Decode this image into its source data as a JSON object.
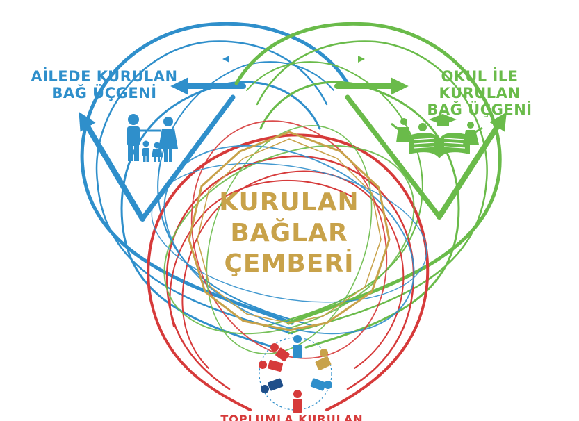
{
  "colors": {
    "family": "#2f8fcb",
    "school": "#6abb4a",
    "community": "#d63a3a",
    "center": "#c8a24a"
  },
  "family": {
    "title_line1": "AİLEDE KURULAN",
    "title_line2": "BAĞ ÜÇGENİ",
    "icon": "family-icon"
  },
  "school": {
    "title_line1": "OKUL İLE KURULAN",
    "title_line2": "BAĞ ÜÇGENİ",
    "icon": "school-book-icon"
  },
  "center": {
    "title_line1": "KURULAN",
    "title_line2": "BAĞLAR",
    "title_line3": "ÇEMBERİ"
  },
  "community": {
    "icon": "people-circle-icon",
    "title_partial": "TOPLUMLA KURULAN"
  }
}
